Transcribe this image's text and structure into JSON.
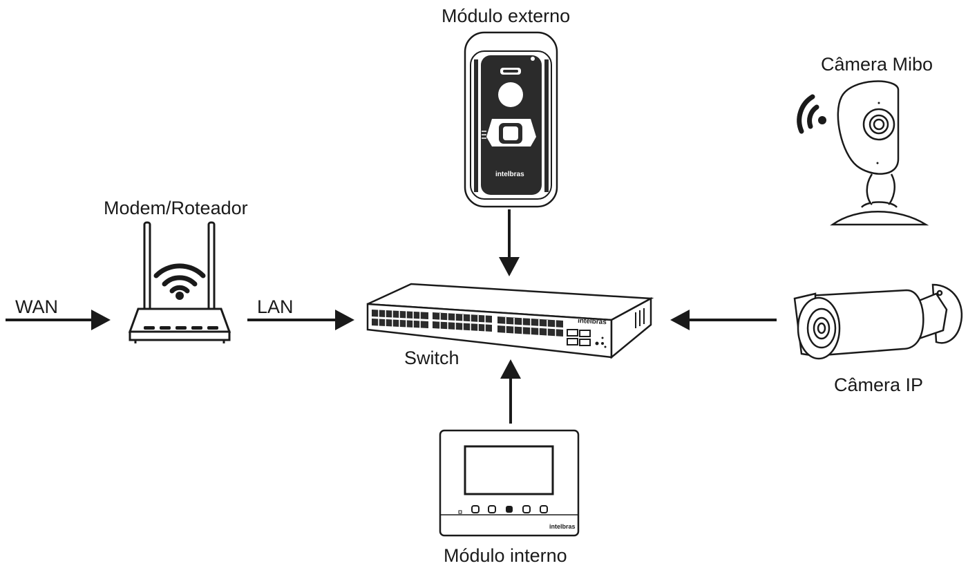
{
  "labels": {
    "modulo_externo": "Módulo externo",
    "camera_mibo": "Câmera Mibo",
    "modem_roteador": "Modem/Roteador",
    "wan": "WAN",
    "lan": "LAN",
    "switch": "Switch",
    "camera_ip": "Câmera IP",
    "modulo_interno": "Módulo interno"
  },
  "brand": {
    "logo_text": "intelbras"
  },
  "colors": {
    "line": "#1a1a1a",
    "device_fill": "#ffffff",
    "port_fill": "#2b2b2b",
    "screen_fill": "#ffffff"
  }
}
